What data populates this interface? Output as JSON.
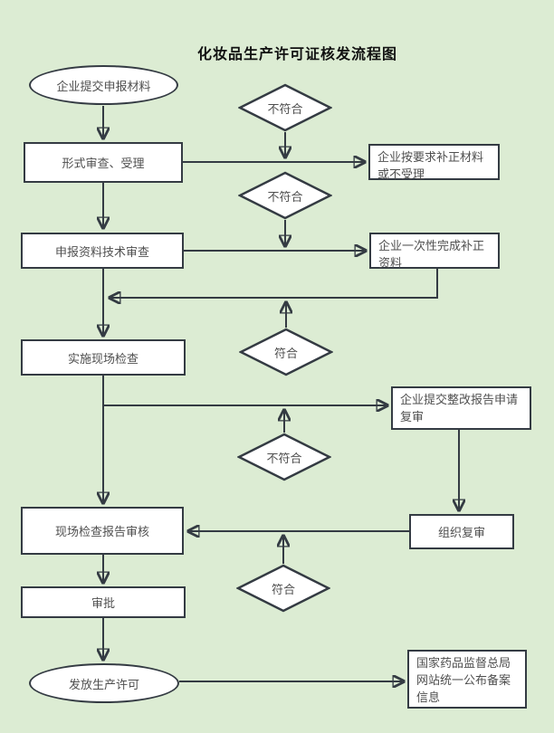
{
  "title": "化妆品生产许可证核发流程图",
  "colors": {
    "background": "#dcecd3",
    "node_fill": "#ffffff",
    "node_stroke": "#343b43",
    "text": "#4f4f4f",
    "title_text": "#111111"
  },
  "nodes": {
    "start": "企业提交申报材料",
    "formal_review": "形式审查、受理",
    "correction_notice": "企业按要求补正材料或不受理",
    "technical_review": "申报资料技术审查",
    "one_time_correction": "企业一次性完成补正资料",
    "site_inspection": "实施现场检查",
    "rectification_report": "企业提交整改报告申请复审",
    "report_review": "现场检查报告审核",
    "organize_reexamination": "组织复审",
    "approval": "审批",
    "issue_license": "发放生产许可",
    "publish_record": "国家药品监督总局网站统一公布备案信息"
  },
  "decisions": {
    "d1": "不符合",
    "d2": "不符合",
    "d3": "符合",
    "d4": "不符合",
    "d5": "符合"
  }
}
